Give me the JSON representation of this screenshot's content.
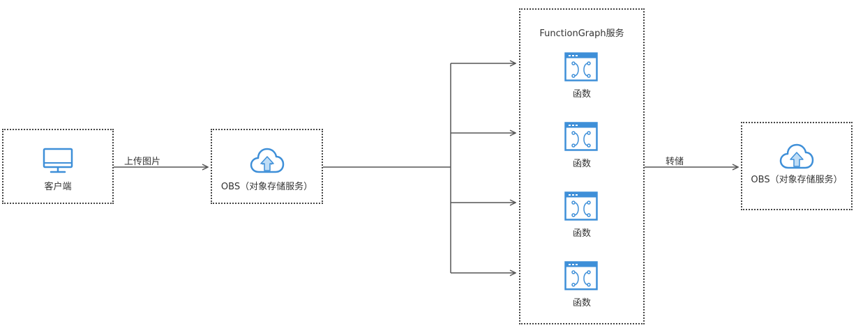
{
  "nodes": {
    "client": {
      "label": "客户端",
      "icon": "monitor-icon"
    },
    "obs_source": {
      "label": "OBS（对象存储服务）",
      "icon": "cloud-upload-icon"
    },
    "functiongraph": {
      "title": "FunctionGraph服务",
      "functions": [
        {
          "label": "函数",
          "icon": "function-window-icon"
        },
        {
          "label": "函数",
          "icon": "function-window-icon"
        },
        {
          "label": "函数",
          "icon": "function-window-icon"
        },
        {
          "label": "函数",
          "icon": "function-window-icon"
        }
      ]
    },
    "obs_target": {
      "label": "OBS（对象存储服务）",
      "icon": "cloud-upload-icon"
    }
  },
  "edges": {
    "upload": {
      "label": "上传图片"
    },
    "dump": {
      "label": "转储"
    }
  },
  "colors": {
    "icon_blue": "#3E8FD8",
    "border": "#444444",
    "arrow": "#555555"
  }
}
